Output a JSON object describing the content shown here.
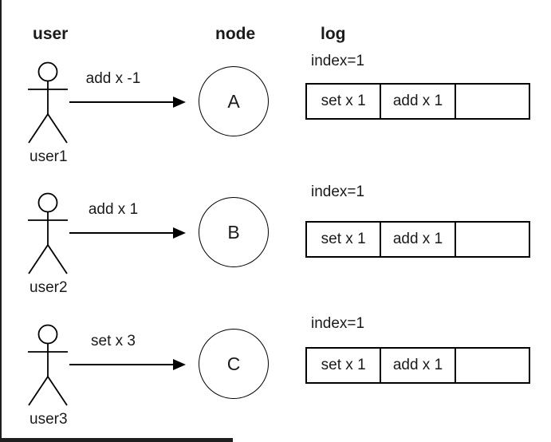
{
  "page": {
    "background": "#ffffff",
    "stroke_color": "#000000",
    "text_color": "#1a1a1a",
    "frame_color": "#1f1f1f"
  },
  "headers": {
    "user": "user",
    "node": "node",
    "log": "log"
  },
  "icons": {
    "actor": "stick-figure",
    "arrow": "right-arrow"
  },
  "rows": [
    {
      "user_label": "user1",
      "message": "add x -1",
      "node_label": "A",
      "log": {
        "index_label": "index=1",
        "cells": [
          "set x 1",
          "add x 1",
          ""
        ]
      }
    },
    {
      "user_label": "user2",
      "message": "add x 1",
      "node_label": "B",
      "log": {
        "index_label": "index=1",
        "cells": [
          "set x 1",
          "add x 1",
          ""
        ]
      }
    },
    {
      "user_label": "user3",
      "message": "set x 3",
      "node_label": "C",
      "log": {
        "index_label": "index=1",
        "cells": [
          "set x 1",
          "add x 1",
          ""
        ]
      }
    }
  ]
}
